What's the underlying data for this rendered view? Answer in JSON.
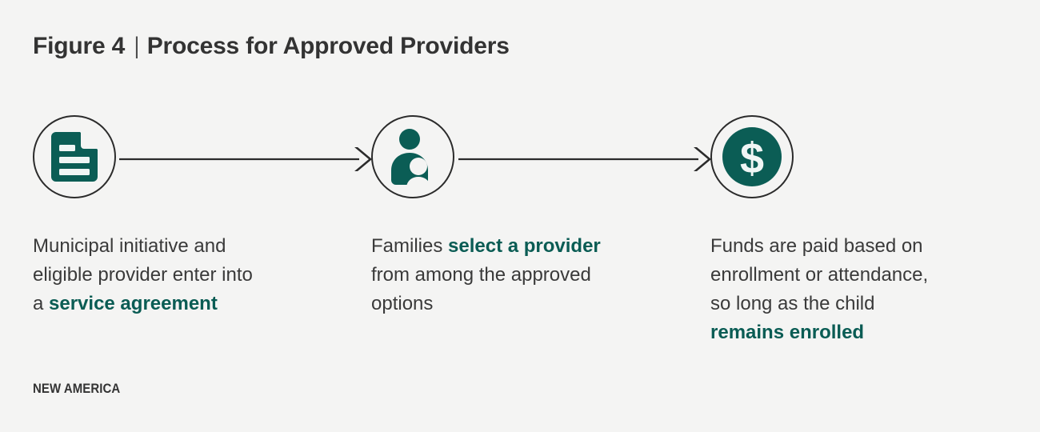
{
  "figure": {
    "label": "Figure 4",
    "separator": "|",
    "title": "Process for Approved Providers"
  },
  "theme": {
    "background": "#f4f4f3",
    "text": "#3a3a3a",
    "title_text": "#333333",
    "accent_teal": "#0a5c54",
    "icon_teal": "#0b5d55",
    "outline": "#2b2b2b"
  },
  "steps": [
    {
      "index": 1,
      "icon": "document-icon",
      "icon_style": "outlined-circle",
      "caption_lines": [
        [
          {
            "text": "Municipal initiative and",
            "emphasis": false
          }
        ],
        [
          {
            "text": "eligible provider enter into",
            "emphasis": false
          }
        ],
        [
          {
            "text": "a ",
            "emphasis": false
          },
          {
            "text": "service agreement",
            "emphasis": true
          }
        ]
      ]
    },
    {
      "index": 2,
      "icon": "family-icon",
      "icon_style": "outlined-circle",
      "caption_lines": [
        [
          {
            "text": "Families ",
            "emphasis": false
          },
          {
            "text": "select a provider",
            "emphasis": true
          }
        ],
        [
          {
            "text": "from among the approved",
            "emphasis": false
          }
        ],
        [
          {
            "text": "options",
            "emphasis": false
          }
        ]
      ]
    },
    {
      "index": 3,
      "icon": "dollar-coin-icon",
      "icon_style": "filled-circle",
      "caption_lines": [
        [
          {
            "text": "Funds are paid based on",
            "emphasis": false
          }
        ],
        [
          {
            "text": "enrollment or attendance,",
            "emphasis": false
          }
        ],
        [
          {
            "text": "so long as the child",
            "emphasis": false
          }
        ],
        [
          {
            "text": "remains enrolled",
            "emphasis": true
          }
        ]
      ]
    }
  ],
  "connectors": [
    {
      "from": 1,
      "to": 2,
      "arrow": "chevron-right-arrow"
    },
    {
      "from": 2,
      "to": 3,
      "arrow": "chevron-right-arrow"
    }
  ],
  "brand": {
    "name": "NEW AMERICA"
  }
}
